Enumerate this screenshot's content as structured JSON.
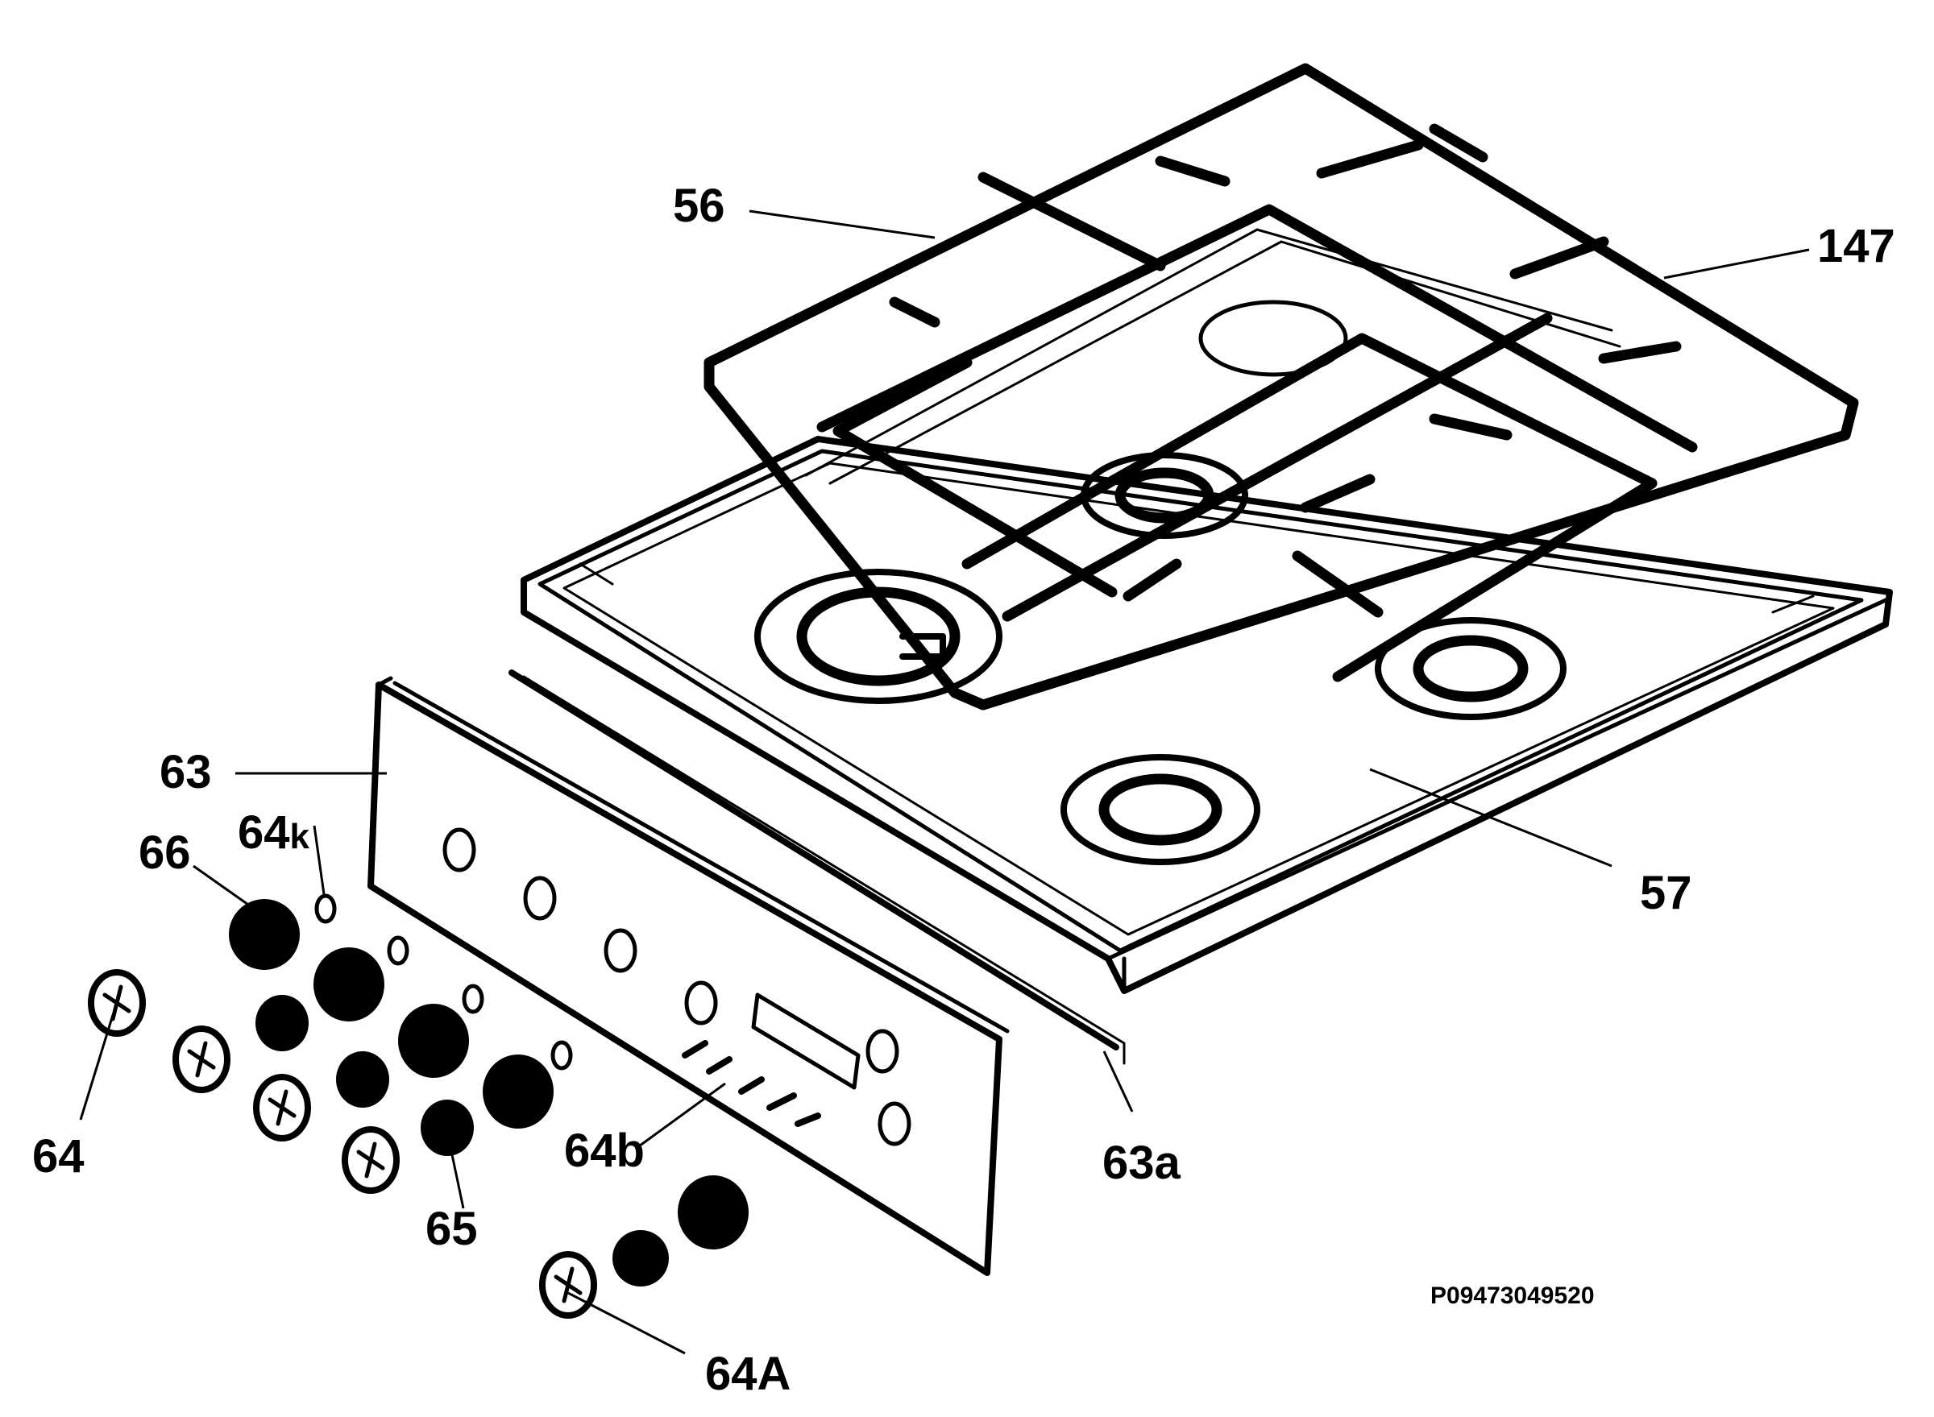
{
  "labels": {
    "l56": "56",
    "l147": "147",
    "l57": "57",
    "l63": "63",
    "l63a": "63a",
    "l64k_main": "64",
    "l64k_sub": "k",
    "l66": "66",
    "l64": "64",
    "l65": "65",
    "l64b": "64b",
    "l64A": "64A"
  },
  "drawing_code": "P09473049520"
}
